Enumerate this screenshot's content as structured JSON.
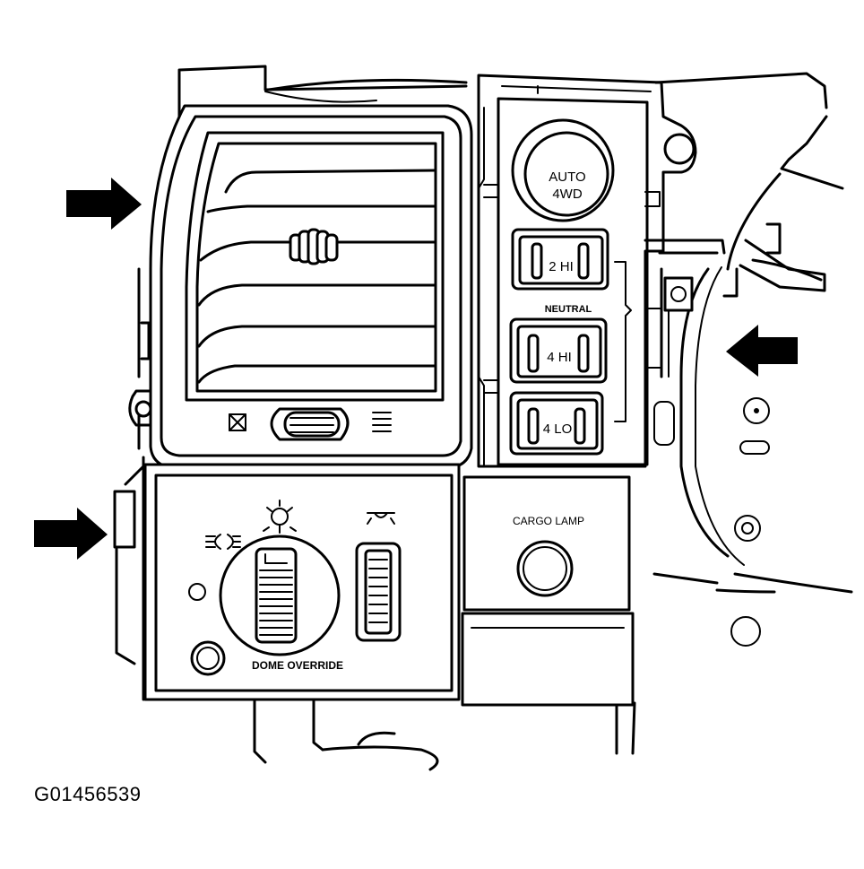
{
  "labels": {
    "auto_4wd_line1": "AUTO",
    "auto_4wd_line2": "4WD",
    "two_hi": "2 HI",
    "neutral": "NEUTRAL",
    "four_hi": "4 HI",
    "four_lo": "4 LO",
    "cargo_lamp": "CARGO LAMP",
    "dome_override": "DOME OVERRIDE"
  },
  "figure_id": "G01456539",
  "icons": [
    "headlamp-icon",
    "parking-lamp-icon",
    "dome-lamp-icon",
    "panel-dimmer-icon",
    "defrost-icon",
    "arrow-right-icon",
    "arrow-left-icon"
  ]
}
